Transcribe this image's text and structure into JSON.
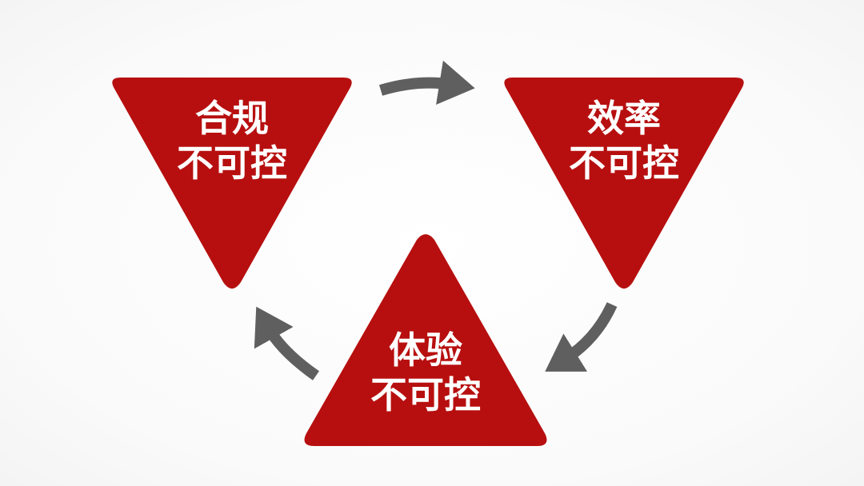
{
  "colors": {
    "triangle_fill": "#b70f0f",
    "arrow_color": "#5f5f5f",
    "text_color": "#ffffff"
  },
  "nodes": {
    "compliance": {
      "line1": "合规",
      "line2": "不可控"
    },
    "efficiency": {
      "line1": "效率",
      "line2": "不可控"
    },
    "experience": {
      "line1": "体验",
      "line2": "不可控"
    }
  },
  "arrows": [
    {
      "from": "compliance",
      "to": "efficiency"
    },
    {
      "from": "efficiency",
      "to": "experience"
    },
    {
      "from": "experience",
      "to": "compliance"
    }
  ]
}
